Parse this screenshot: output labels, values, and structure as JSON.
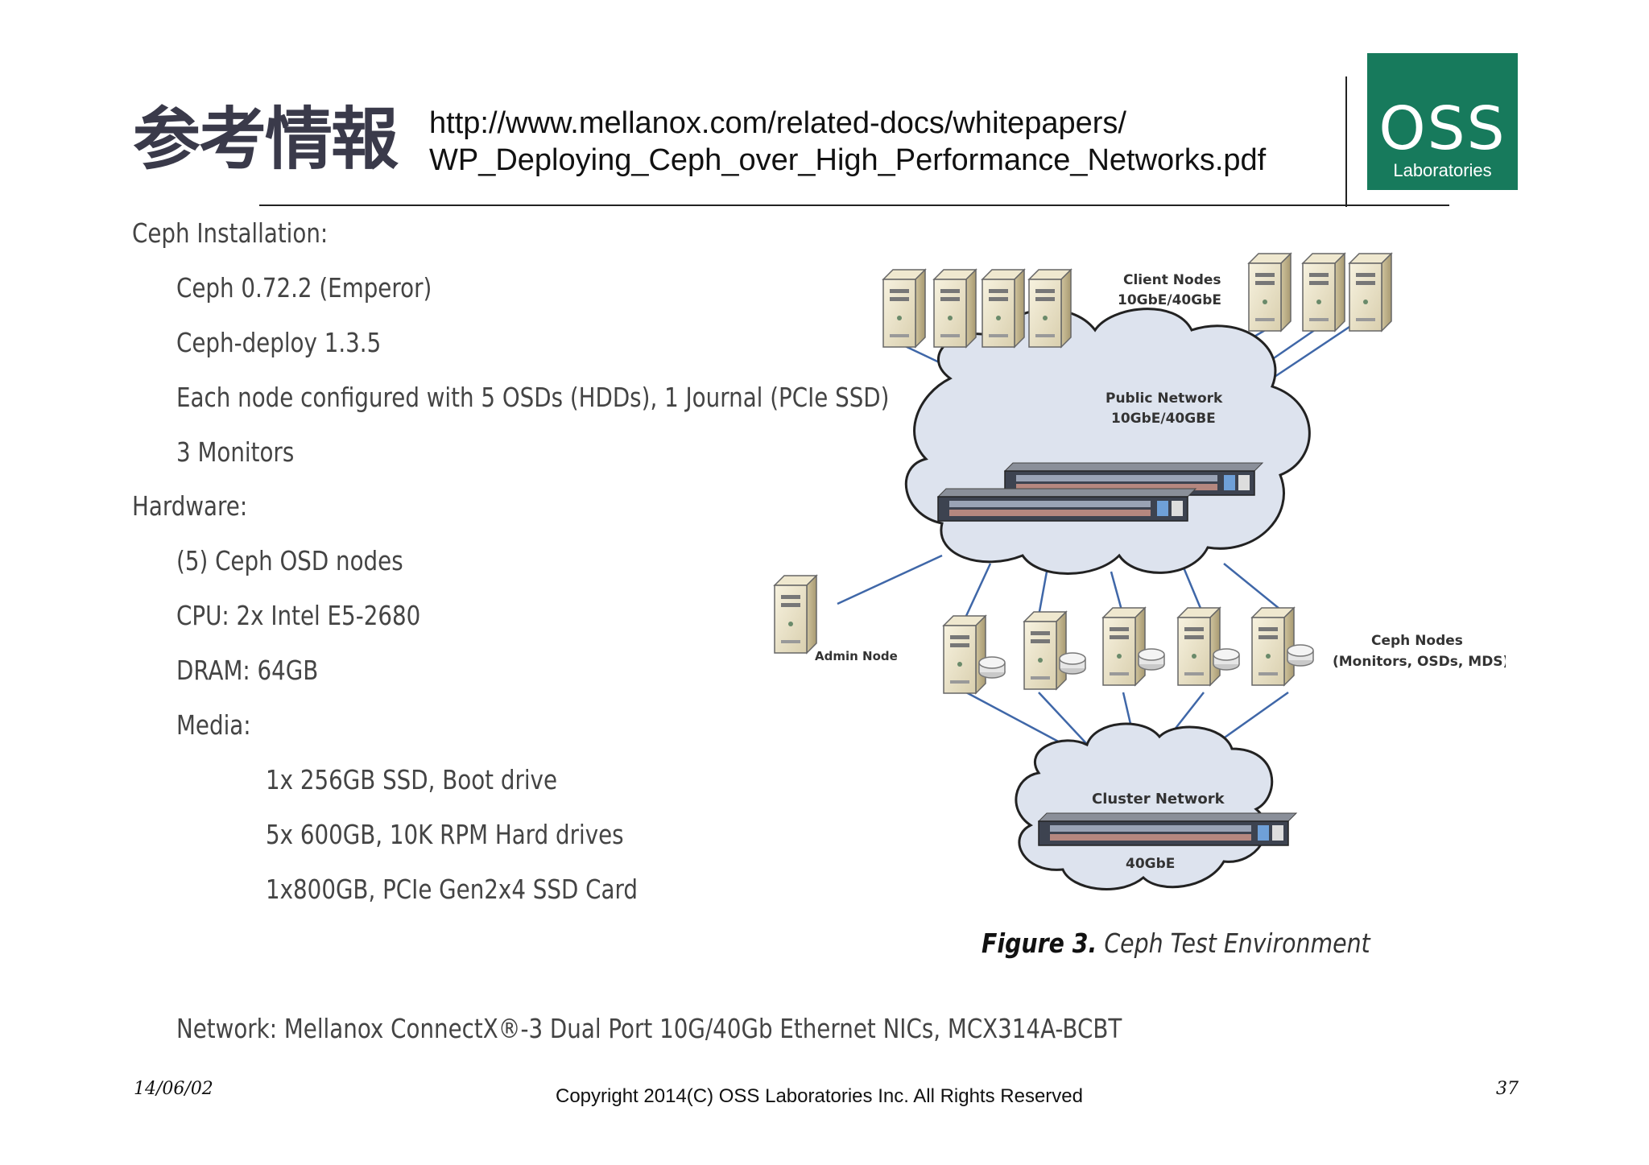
{
  "header": {
    "title": "参考情報",
    "url_line1": "http://www.mellanox.com/related-docs/whitepapers/",
    "url_line2": "WP_Deploying_Ceph_over_High_Performance_Networks.pdf"
  },
  "logo": {
    "main": "OSS",
    "sub": "Laboratories"
  },
  "body": {
    "lines": [
      "Ceph Installation:",
      "Ceph 0.72.2 (Emperor)",
      "Ceph-deploy 1.3.5",
      "Each node configured with 5 OSDs (HDDs), 1 Journal (PCIe SSD)",
      "3 Monitors",
      "Hardware:",
      "(5) Ceph OSD nodes",
      "CPU: 2x Intel E5-2680",
      "DRAM: 64GB",
      "Media:",
      "1x 256GB SSD, Boot drive",
      "5x 600GB, 10K RPM Hard drives",
      "1x800GB, PCIe Gen2x4 SSD Card"
    ],
    "network": "Network: Mellanox ConnectX®-3 Dual Port 10G/40Gb Ethernet NICs, MCX314A-BCBT"
  },
  "diagram": {
    "client_nodes_line1": "Client Nodes",
    "client_nodes_line2": "10GbE/40GbE",
    "public_network_line1": "Public Network",
    "public_network_line2": "10GbE/40GBE",
    "admin_node": "Admin Node",
    "ceph_nodes_line1": "Ceph Nodes",
    "ceph_nodes_line2": "(Monitors, OSDs, MDS)",
    "cluster_network": "Cluster Network",
    "cluster_speed": "40GbE",
    "caption_bold": "Figure 3.",
    "caption_text": " Ceph Test Environment"
  },
  "footer": {
    "date": "14/06/02",
    "copyright": "Copyright 2014(C) OSS Laboratories Inc. All Rights Reserved",
    "page": "37"
  },
  "colors": {
    "logo_green": "#177a5c",
    "cloud_fill": "#dde3ee",
    "link_blue": "#3f67a8"
  }
}
